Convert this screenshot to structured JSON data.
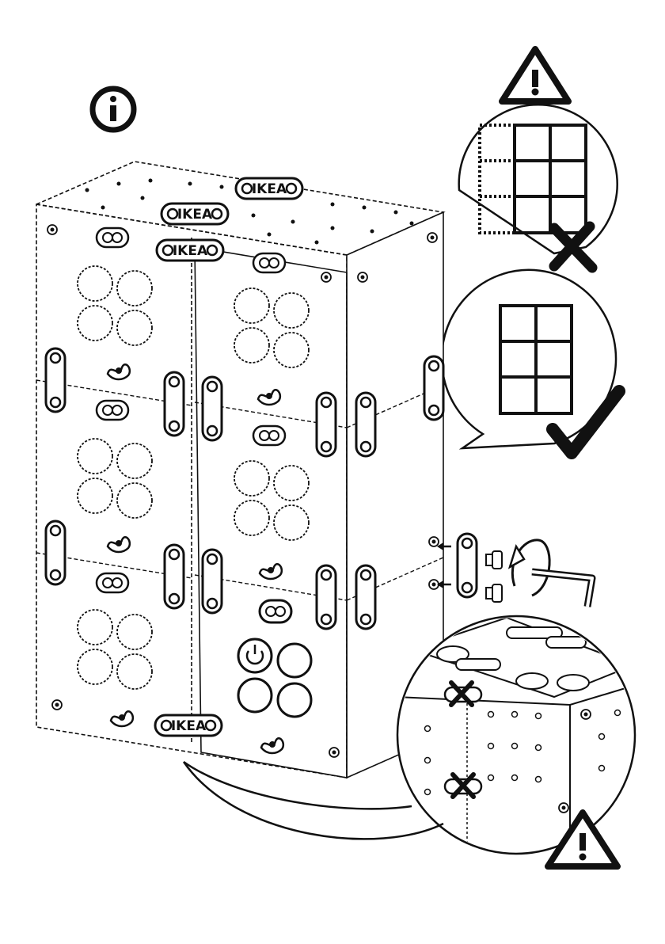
{
  "brand_label": "IKEA",
  "colors": {
    "ink": "#111111",
    "paper": "#ffffff"
  },
  "icons": {
    "info": "info-circle-icon",
    "warning": "warning-triangle-icon",
    "wrong": "cross-mark-icon",
    "correct": "check-mark-icon",
    "rotate": "rotate-arrow-icon",
    "tool": "allen-key-icon"
  },
  "bubbles": {
    "incorrect": {
      "result": "wrong",
      "layout": "3 rows of 2 plus offset column"
    },
    "correct": {
      "result": "correct",
      "layout": "3 rows of 2 aligned"
    }
  },
  "panels": {
    "columns": 2,
    "rows": 3,
    "circles_per_panel": 4
  }
}
